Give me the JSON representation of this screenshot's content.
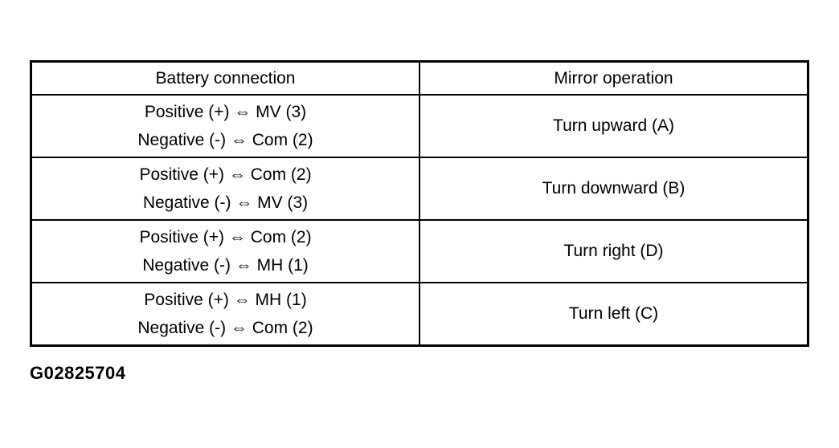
{
  "table": {
    "headers": [
      "Battery connection",
      "Mirror operation"
    ],
    "rows": [
      {
        "battery_line1": "Positive (+) ⇔ MV (3)",
        "battery_line2": "Negative (-) ⇔ Com (2)",
        "operation": "Turn upward (A)"
      },
      {
        "battery_line1": "Positive (+) ⇔ Com (2)",
        "battery_line2": "Negative (-) ⇔ MV (3)",
        "operation": "Turn downward (B)"
      },
      {
        "battery_line1": "Positive (+) ⇔ Com (2)",
        "battery_line2": "Negative (-) ⇔ MH (1)",
        "operation": "Turn right (D)"
      },
      {
        "battery_line1": "Positive (+) ⇔ MH (1)",
        "battery_line2": "Negative (-) ⇔ Com (2)",
        "operation": "Turn left (C)"
      }
    ]
  },
  "figure_id": "G02825704"
}
